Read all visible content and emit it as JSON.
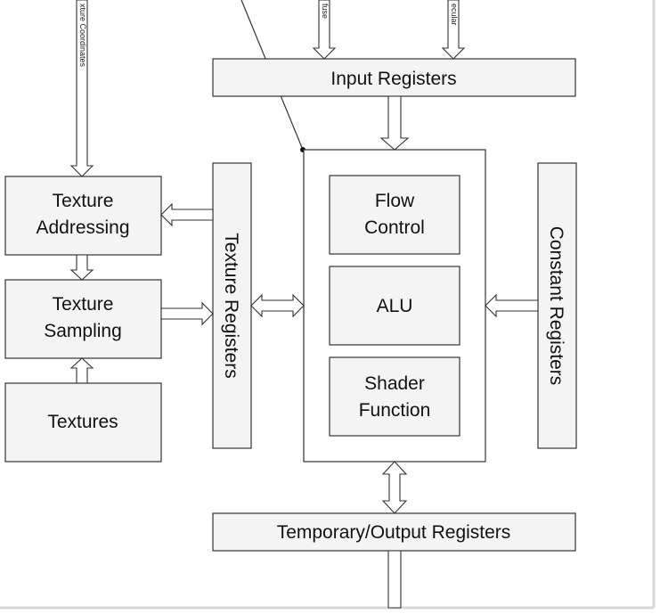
{
  "input_labels": {
    "texture_coordinates": "xture Coordinates",
    "diffuse": "fuse",
    "specular": "ecular"
  },
  "blocks": {
    "input_registers": "Input Registers",
    "texture_addressing": [
      "Texture",
      "Addressing"
    ],
    "texture_sampling": [
      "Texture",
      "Sampling"
    ],
    "textures": "Textures",
    "texture_registers": "Texture Registers",
    "flow_control": [
      "Flow",
      "Control"
    ],
    "alu": "ALU",
    "shader_function": [
      "Shader",
      "Function"
    ],
    "constant_registers": "Constant Registers",
    "temporary_output_registers": "Temporary/Output Registers"
  }
}
